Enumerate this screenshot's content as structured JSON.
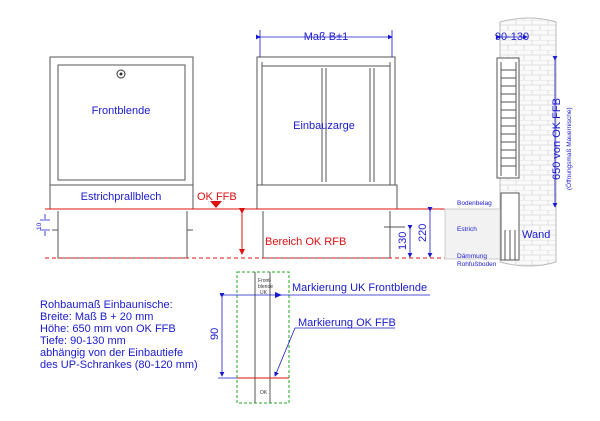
{
  "labels": {
    "frontblende": "Frontblende",
    "einbauzarge": "Einbauzarge",
    "estrichprallblech": "Estrichprallblech",
    "ok_ffb": "OK FFB",
    "bereich_ok_rfb": "Bereich OK RFB",
    "mass_b": "Maß B±1",
    "dim_90_130": "90-130",
    "dim_650": "650 von OK FFB",
    "dim_650_sub": "(Öffnungsmaß Mauernische)",
    "dim_10": "10",
    "dim_130": "130",
    "dim_220": "220",
    "dim_90": "90",
    "bodenbelag": "Bodenbelag",
    "estrich": "Estrich",
    "wand": "Wand",
    "daemmung": "Dämmung",
    "rohfussboden": "Rohfußboden",
    "markierung_uk": "Markierung UK Frontblende",
    "markierung_ok": "Markierung OK FFB",
    "detail_front": "Front-",
    "detail_blende": "blende",
    "detail_uk": "UK",
    "detail_ok": "OK"
  },
  "notes": [
    "Rohbaumaß Einbaunische:",
    "Breite: Maß B + 20 mm",
    "Höhe: 650 mm von OK FFB",
    "Tiefe: 90-130 mm",
    "abhängig von der Einbautiefe",
    "des UP-Schrankes (80-120 mm)"
  ],
  "colors": {
    "blue": "#1a1ad0",
    "red": "#e01010",
    "green": "#22aa22"
  }
}
